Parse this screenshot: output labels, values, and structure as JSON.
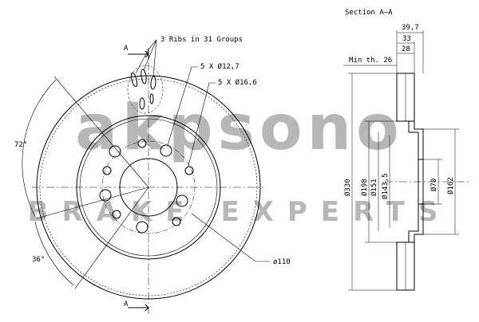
{
  "watermark": {
    "brand": "akpsono",
    "tagline": "BRAKE EXPERTS",
    "color": "#b7b7b7"
  },
  "front_view": {
    "section_marker_top": "A",
    "section_marker_bottom": "A",
    "ribs_note": "3 Ribs in 31 Groups",
    "small_hole_callout": "5 X Ø12,7",
    "large_hole_callout": "5 X Ø16,6",
    "pcd_callout": "ø110",
    "angle_72": "72°",
    "angle_36": "36°"
  },
  "section_view": {
    "title": "Section A–A",
    "min_thickness": "Min th. 26",
    "dim_top_1": "39,7",
    "dim_top_2": "33",
    "dim_top_3": "28",
    "dia_330": "Ø330",
    "dia_198": "Ø198",
    "dia_151": "Ø151",
    "dia_143_5": "Ø143,5",
    "dia_70": "Ø70",
    "dia_162": "Ø162"
  },
  "colors": {
    "line": "#000000",
    "watermark": "#b7b7b7"
  }
}
